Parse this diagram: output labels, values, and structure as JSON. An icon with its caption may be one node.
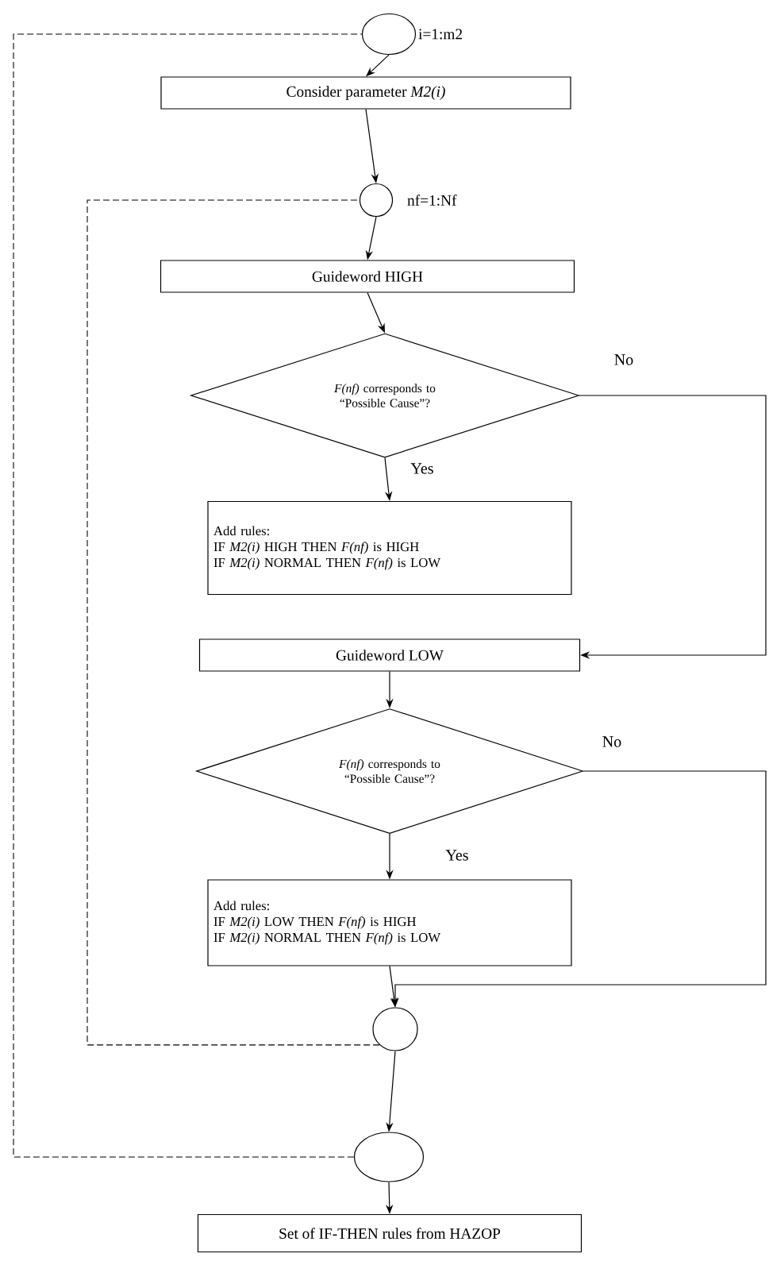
{
  "diagram": {
    "nodes": [
      {
        "text": [],
        "shape": "circle",
        "beside": [
          "i=1:m2"
        ]
      },
      {
        "text": [
          "Consider parameter *M2(i)*"
        ]
      },
      {
        "text": [],
        "shape": "circle",
        "beside": [
          "nf=1:Nf"
        ]
      },
      {
        "text": [
          "Guideword HIGH"
        ]
      },
      {
        "text": [
          "*F(nf)* corresponds to “Possible Cause”?"
        ]
      },
      {
        "text": [
          "Add rules:",
          "IF *M2(i)* HIGH THEN *F(nf)* is HIGH",
          "IF *M2(i)* NORMAL THEN *F(nf)* is LOW"
        ]
      },
      {
        "text": [
          "Guideword LOW"
        ]
      },
      {
        "text": [
          "*F(nf)* corresponds to “Possible Cause”?"
        ]
      },
      {
        "text": [
          "Add rules:",
          "IF *M2(i)* LOW THEN *F(nf)* is HIGH",
          "IF *M2(i)* NORMAL THEN *F(nf)* is LOW"
        ]
      },
      {
        "text": [],
        "shape": "circle"
      },
      {
        "text": [],
        "shape": "circle"
      },
      {
        "text": [
          "Set of IF-THEN rules from HAZOP"
        ]
      }
    ],
    "edges": [
      {
        "from": 0,
        "to": 1,
        "arrow": "to"
      },
      {
        "from": 1,
        "to": 2,
        "arrow": "to"
      },
      {
        "from": 2,
        "to": 3,
        "arrow": "to"
      },
      {
        "from": 3,
        "to": 4,
        "arrow": "to"
      },
      {
        "from": 4,
        "to": 5,
        "arrow": "to",
        "label": "Yes"
      },
      {
        "from": 4,
        "to": 6,
        "arrow": "to",
        "label": "No"
      },
      {
        "from": 6,
        "to": 7,
        "arrow": "to"
      },
      {
        "from": 7,
        "to": 8,
        "arrow": "to",
        "label": "Yes"
      },
      {
        "from": 7,
        "to": 9,
        "arrow": "to",
        "label": "No"
      },
      {
        "from": 8,
        "to": 9,
        "arrow": "to"
      },
      {
        "from": 9,
        "to": 2,
        "arrow": "none",
        "style": "dashed"
      },
      {
        "from": 9,
        "to": 10,
        "arrow": "to"
      },
      {
        "from": 10,
        "to": 0,
        "arrow": "none",
        "style": "dashed"
      },
      {
        "from": 10,
        "to": 11,
        "arrow": "to"
      }
    ]
  }
}
